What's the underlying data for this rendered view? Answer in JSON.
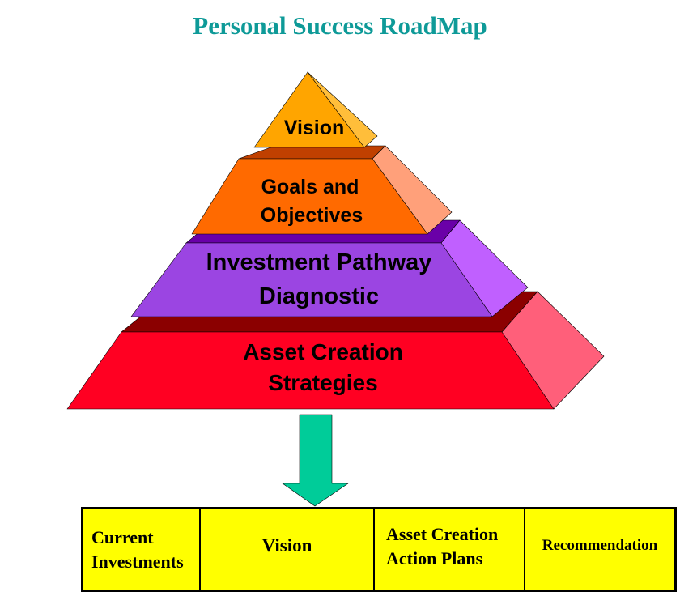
{
  "title": "Personal Success RoadMap",
  "colors": {
    "title": "#0e9a98",
    "vision_front": "#ffa500",
    "vision_side": "#ffbe3a",
    "goals_top": "#c04000",
    "goals_front": "#ff6a00",
    "goals_side": "#ffa07a",
    "investment_top": "#6a00a8",
    "investment_front": "#9b45e2",
    "investment_side": "#c060ff",
    "asset_top": "#8b0000",
    "asset_front": "#ff0022",
    "asset_side": "#ff5f7a",
    "arrow": "#00cc99",
    "table_fill": "#ffff00"
  },
  "pyramid": {
    "tiers": [
      {
        "id": "vision",
        "lines": [
          "Vision"
        ]
      },
      {
        "id": "goals",
        "lines": [
          "Goals and",
          "Objectives"
        ]
      },
      {
        "id": "investment",
        "lines": [
          "Investment Pathway",
          "Diagnostic"
        ]
      },
      {
        "id": "asset",
        "lines": [
          "Asset Creation",
          "Strategies"
        ]
      }
    ]
  },
  "table": {
    "cells": [
      {
        "id": "current-investments",
        "text": "Current\nInvestments"
      },
      {
        "id": "vision",
        "text": "Vision"
      },
      {
        "id": "asset-creation-action-plans",
        "text": "Asset Creation\nAction Plans"
      },
      {
        "id": "recommendation",
        "text": "Recommendation"
      }
    ]
  }
}
